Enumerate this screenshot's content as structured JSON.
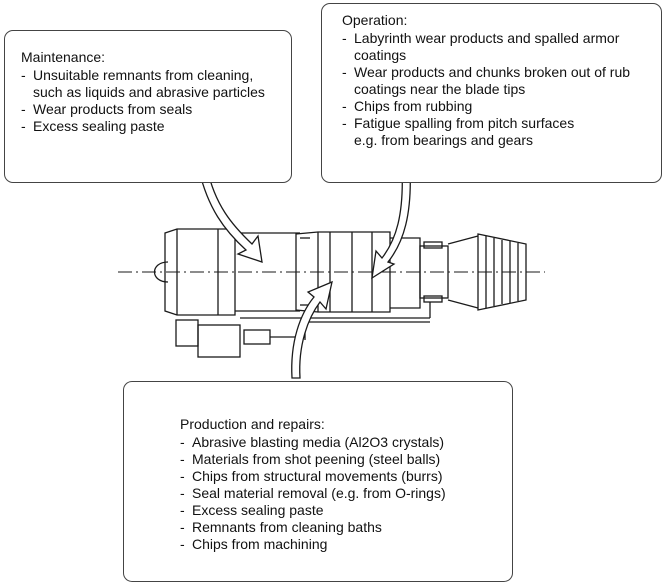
{
  "maintenance": {
    "title": "Maintenance:",
    "items": [
      "Unsuitable remnants from cleaning, such as liquids and abrasive particles",
      "Wear products from seals",
      "Excess sealing paste"
    ]
  },
  "operation": {
    "title": "Operation:",
    "items": [
      "Labyrinth wear products and spalled armor coatings",
      "Wear products and chunks broken out of rub coatings near the blade tips",
      "Chips from rubbing",
      "Fatigue spalling from pitch surfaces"
    ],
    "continuation": "e.g. from bearings and gears"
  },
  "production": {
    "title": "Production and repairs:",
    "items": [
      "Abrasive blasting media (Al2O3 crystals)",
      "Materials from shot peening (steel balls)",
      "Chips from structural movements (burrs)",
      "Seal material removal (e.g. from O-rings)",
      "Excess sealing paste",
      "Remnants from cleaning baths",
      "Chips from machining"
    ]
  },
  "colors": {
    "line": "#1a1a1a",
    "box_border": "#444444",
    "background": "#ffffff"
  }
}
